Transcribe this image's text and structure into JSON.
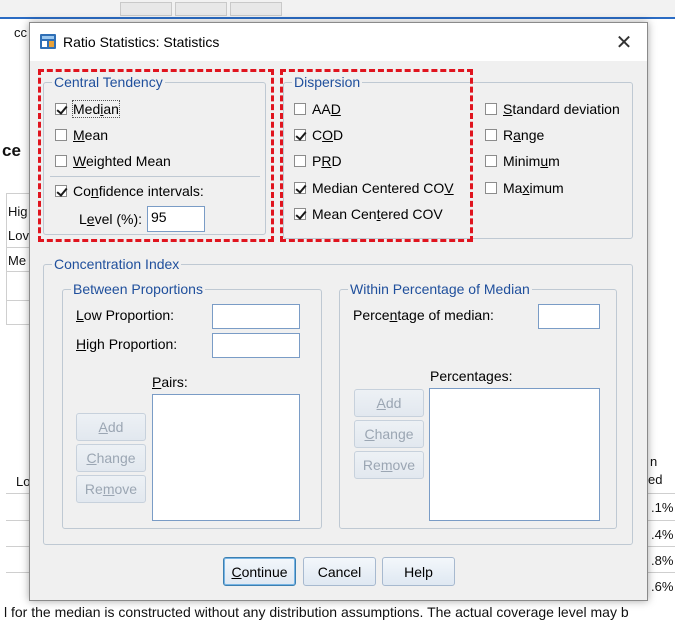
{
  "background": {
    "top_fragment": "cc",
    "left_fragments": [
      "ce",
      "Hig",
      "Lov",
      "Me",
      "Lo"
    ],
    "right_fragments": [
      "n",
      "ed",
      ".1%",
      ".4%",
      ".8%",
      ".6%"
    ],
    "footer_text": "l for the median is constructed without any distribution assumptions. The actual coverage level may b"
  },
  "dialog": {
    "title": "Ratio Statistics: Statistics",
    "close_glyph": "✕",
    "central_tendency": {
      "legend": "Central Tendency",
      "median": {
        "pre": "Med",
        "u": "i",
        "post": "an",
        "checked": true
      },
      "mean": {
        "pre": "",
        "u": "M",
        "post": "ean",
        "checked": false
      },
      "weighted_mean": {
        "pre": "",
        "u": "W",
        "post": "eighted Mean",
        "checked": false
      },
      "confidence": {
        "pre": "Co",
        "u": "n",
        "post": "fidence intervals:",
        "checked": true
      },
      "level_label": {
        "pre": "L",
        "u": "e",
        "post": "vel (%):"
      },
      "level_value": "95"
    },
    "dispersion": {
      "legend": "Dispersion",
      "aad": {
        "pre": "AA",
        "u": "D",
        "post": "",
        "checked": false
      },
      "cod": {
        "pre": "C",
        "u": "O",
        "post": "D",
        "checked": true
      },
      "prd": {
        "pre": "P",
        "u": "R",
        "post": "D",
        "checked": false
      },
      "median_cov": {
        "pre": "Median Centered CO",
        "u": "V",
        "post": "",
        "checked": true
      },
      "mean_cov": {
        "pre": "Mean Cen",
        "u": "t",
        "post": "ered COV",
        "checked": true
      },
      "std_dev": {
        "pre": "",
        "u": "S",
        "post": "tandard deviation",
        "checked": false
      },
      "range": {
        "pre": "R",
        "u": "a",
        "post": "nge",
        "checked": false
      },
      "minimum": {
        "pre": "Minim",
        "u": "u",
        "post": "m",
        "checked": false
      },
      "maximum": {
        "pre": "Ma",
        "u": "x",
        "post": "imum",
        "checked": false
      }
    },
    "concentration": {
      "legend": "Concentration Index",
      "between": {
        "legend": "Between Proportions",
        "low": {
          "pre": "",
          "u": "L",
          "post": "ow Proportion:"
        },
        "high": {
          "pre": "",
          "u": "H",
          "post": "igh Proportion:"
        },
        "pairs": {
          "pre": "",
          "u": "P",
          "post": "airs:"
        },
        "add": {
          "pre": "",
          "u": "A",
          "post": "dd"
        },
        "change": {
          "pre": "",
          "u": "C",
          "post": "hange"
        },
        "remove": {
          "pre": "Re",
          "u": "m",
          "post": "ove"
        }
      },
      "within": {
        "legend": "Within Percentage of Median",
        "pct_label": {
          "pre": "Perce",
          "u": "n",
          "post": "tage of median:"
        },
        "percentages": {
          "pre": "Percenta",
          "u": "g",
          "post": "es:"
        },
        "add": {
          "pre": "",
          "u": "A",
          "post": "dd"
        },
        "change": {
          "pre": "",
          "u": "C",
          "post": "hange"
        },
        "remove": {
          "pre": "Re",
          "u": "m",
          "post": "ove"
        }
      }
    },
    "footer": {
      "continue": {
        "pre": "",
        "u": "C",
        "post": "ontinue"
      },
      "cancel": "Cancel",
      "help": "Help"
    }
  },
  "colors": {
    "highlight_dashes": "#e0141e",
    "legend_text": "#1f4f9c"
  }
}
